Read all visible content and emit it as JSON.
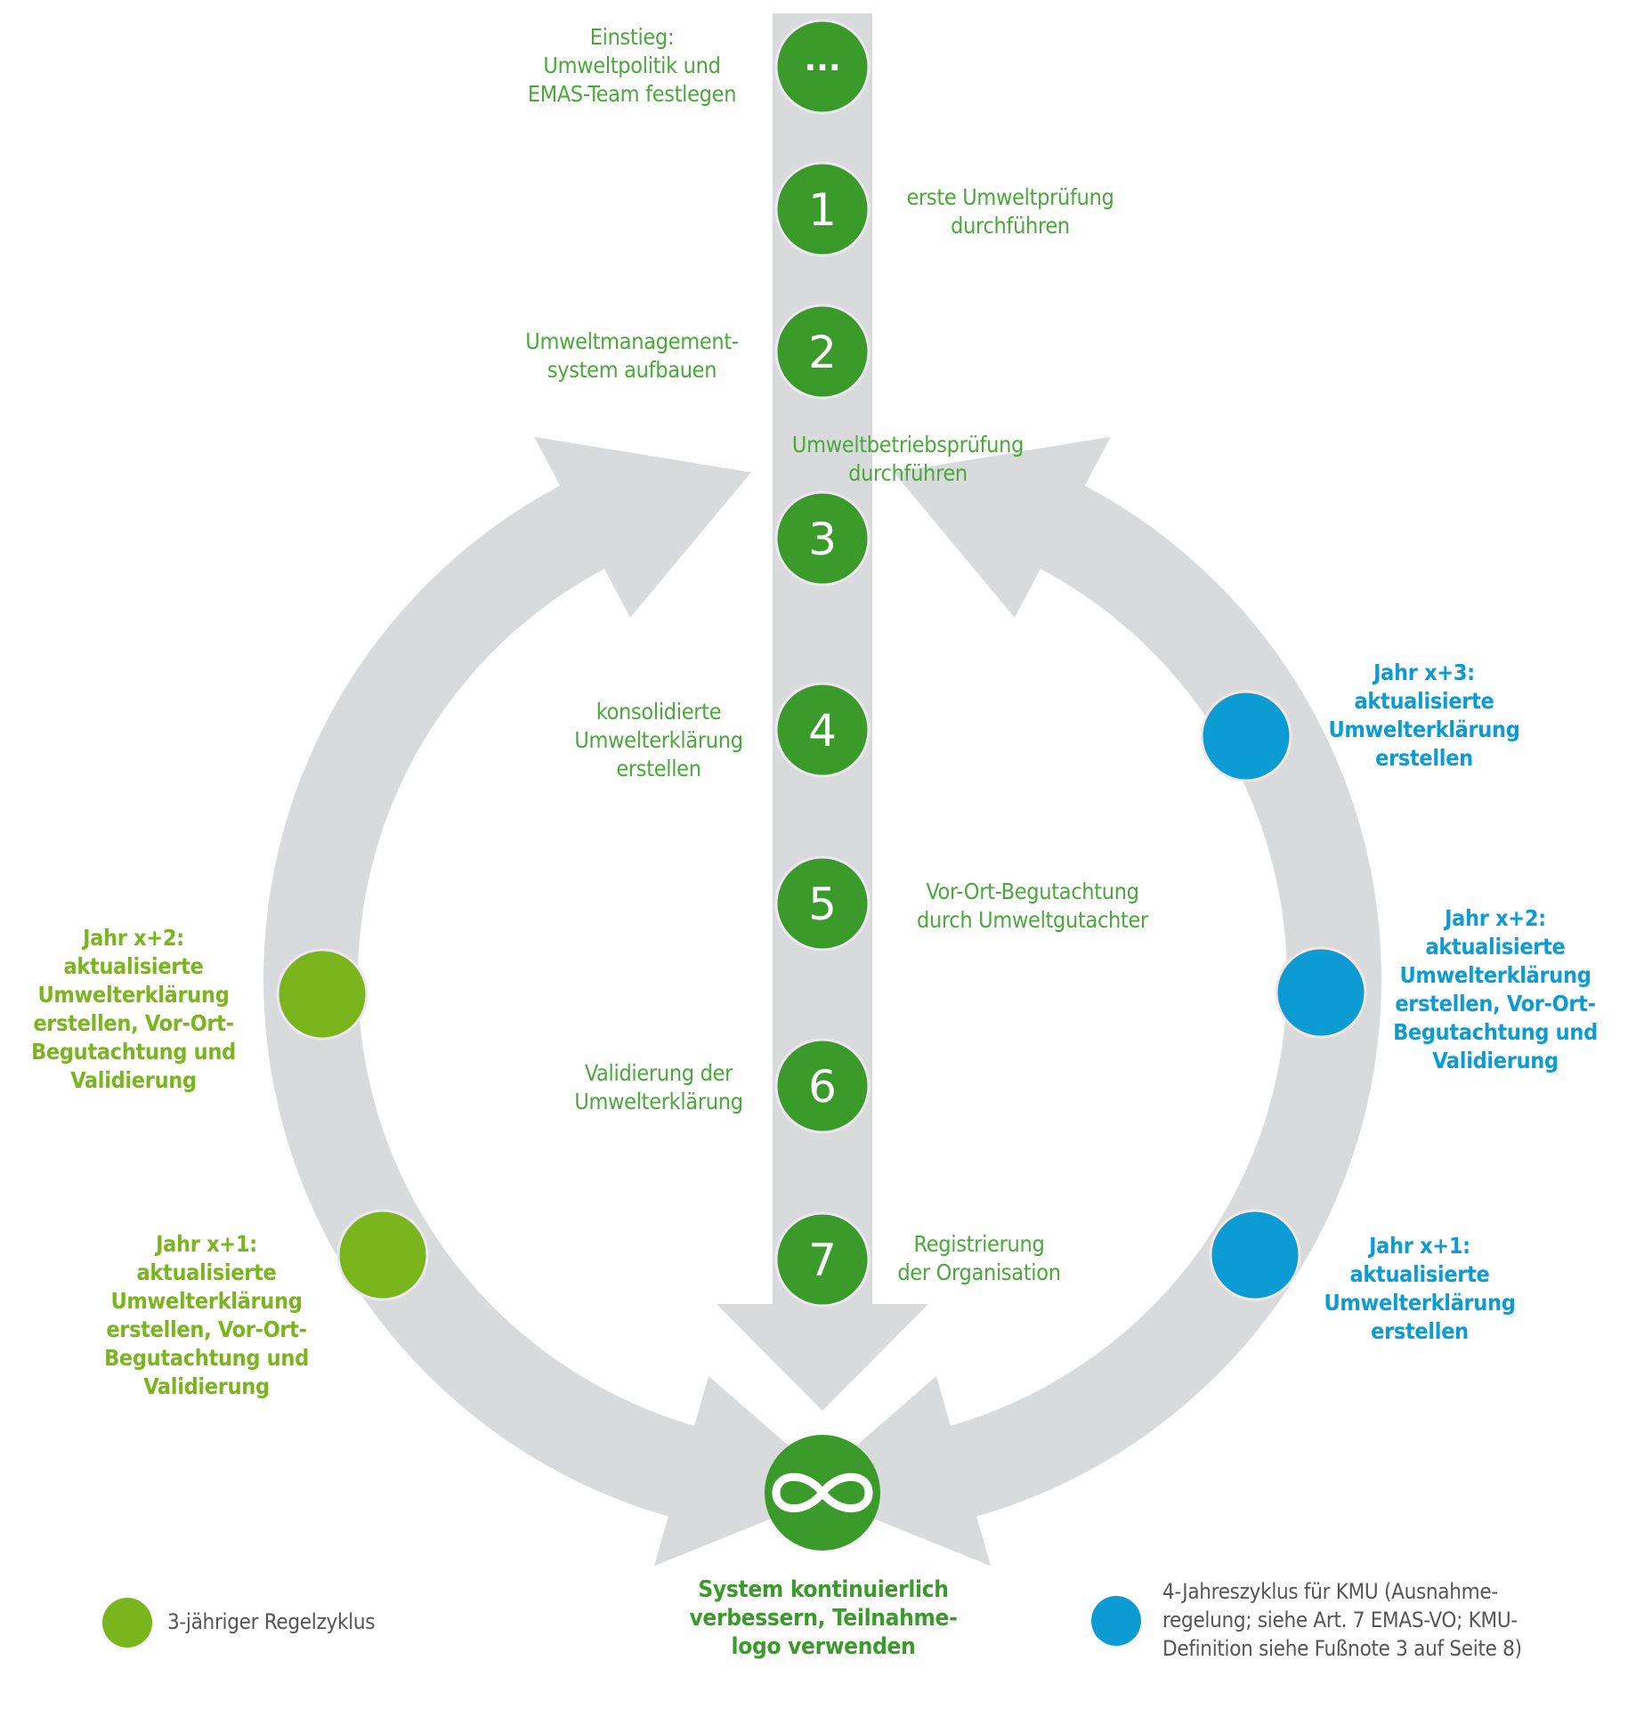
{
  "colors": {
    "arrow_gray": "#d9dadc",
    "step_green": "#3a9a2a",
    "cycle3_green": "#7ab51d",
    "cycle4_blue": "#0c9bd3",
    "label_green": "#4aa83a"
  },
  "steps": [
    {
      "marker": "...",
      "label": "Einstieg:\nUmweltpolitik und\nEMAS-Team festlegen"
    },
    {
      "marker": "1",
      "label": "erste Umweltprüfung\ndurchführen"
    },
    {
      "marker": "2",
      "label": "Umweltmanagement-\nsystem aufbauen"
    },
    {
      "marker": "3",
      "label": "Umweltbetriebsprüfung\ndurchführen"
    },
    {
      "marker": "4",
      "label": "konsolidierte\nUmwelterklärung\nerstellen"
    },
    {
      "marker": "5",
      "label": "Vor-Ort-Begutachtung\ndurch Umweltgutachter"
    },
    {
      "marker": "6",
      "label": "Validierung der\nUmwelterklärung"
    },
    {
      "marker": "7",
      "label": "Registrierung\nder Organisation"
    }
  ],
  "final_step": {
    "icon": "infinity-icon",
    "marker": "∞",
    "label": "System kontinuierlich\nverbessern, Teilnahme-\nlogo verwenden"
  },
  "cycle_3_year": [
    {
      "label": "Jahr x+2:\naktualisierte\nUmwelterklärung\nerstellen, Vor-Ort-\nBegutachtung und\nValidierung"
    },
    {
      "label": "Jahr x+1:\naktualisierte\nUmwelterklärung\nerstellen, Vor-Ort-\nBegutachtung und\nValidierung"
    }
  ],
  "cycle_4_year": [
    {
      "label": "Jahr x+3:\naktualisierte\nUmwelterklärung\nerstellen"
    },
    {
      "label": "Jahr x+2:\naktualisierte\nUmwelterklärung\nerstellen, Vor-Ort-\nBegutachtung und\nValidierung"
    },
    {
      "label": "Jahr x+1:\naktualisierte\nUmwelterklärung\nerstellen"
    }
  ],
  "legend": [
    {
      "color": "#7ab51d",
      "label": "3-jähriger Regelzyklus"
    },
    {
      "color": "#0c9bd3",
      "label": "4-Jahreszyklus für KMU (Ausnahme-\nregelung; siehe Art. 7 EMAS-VO; KMU-\nDefinition siehe Fußnote 3 auf Seite 8)"
    }
  ]
}
